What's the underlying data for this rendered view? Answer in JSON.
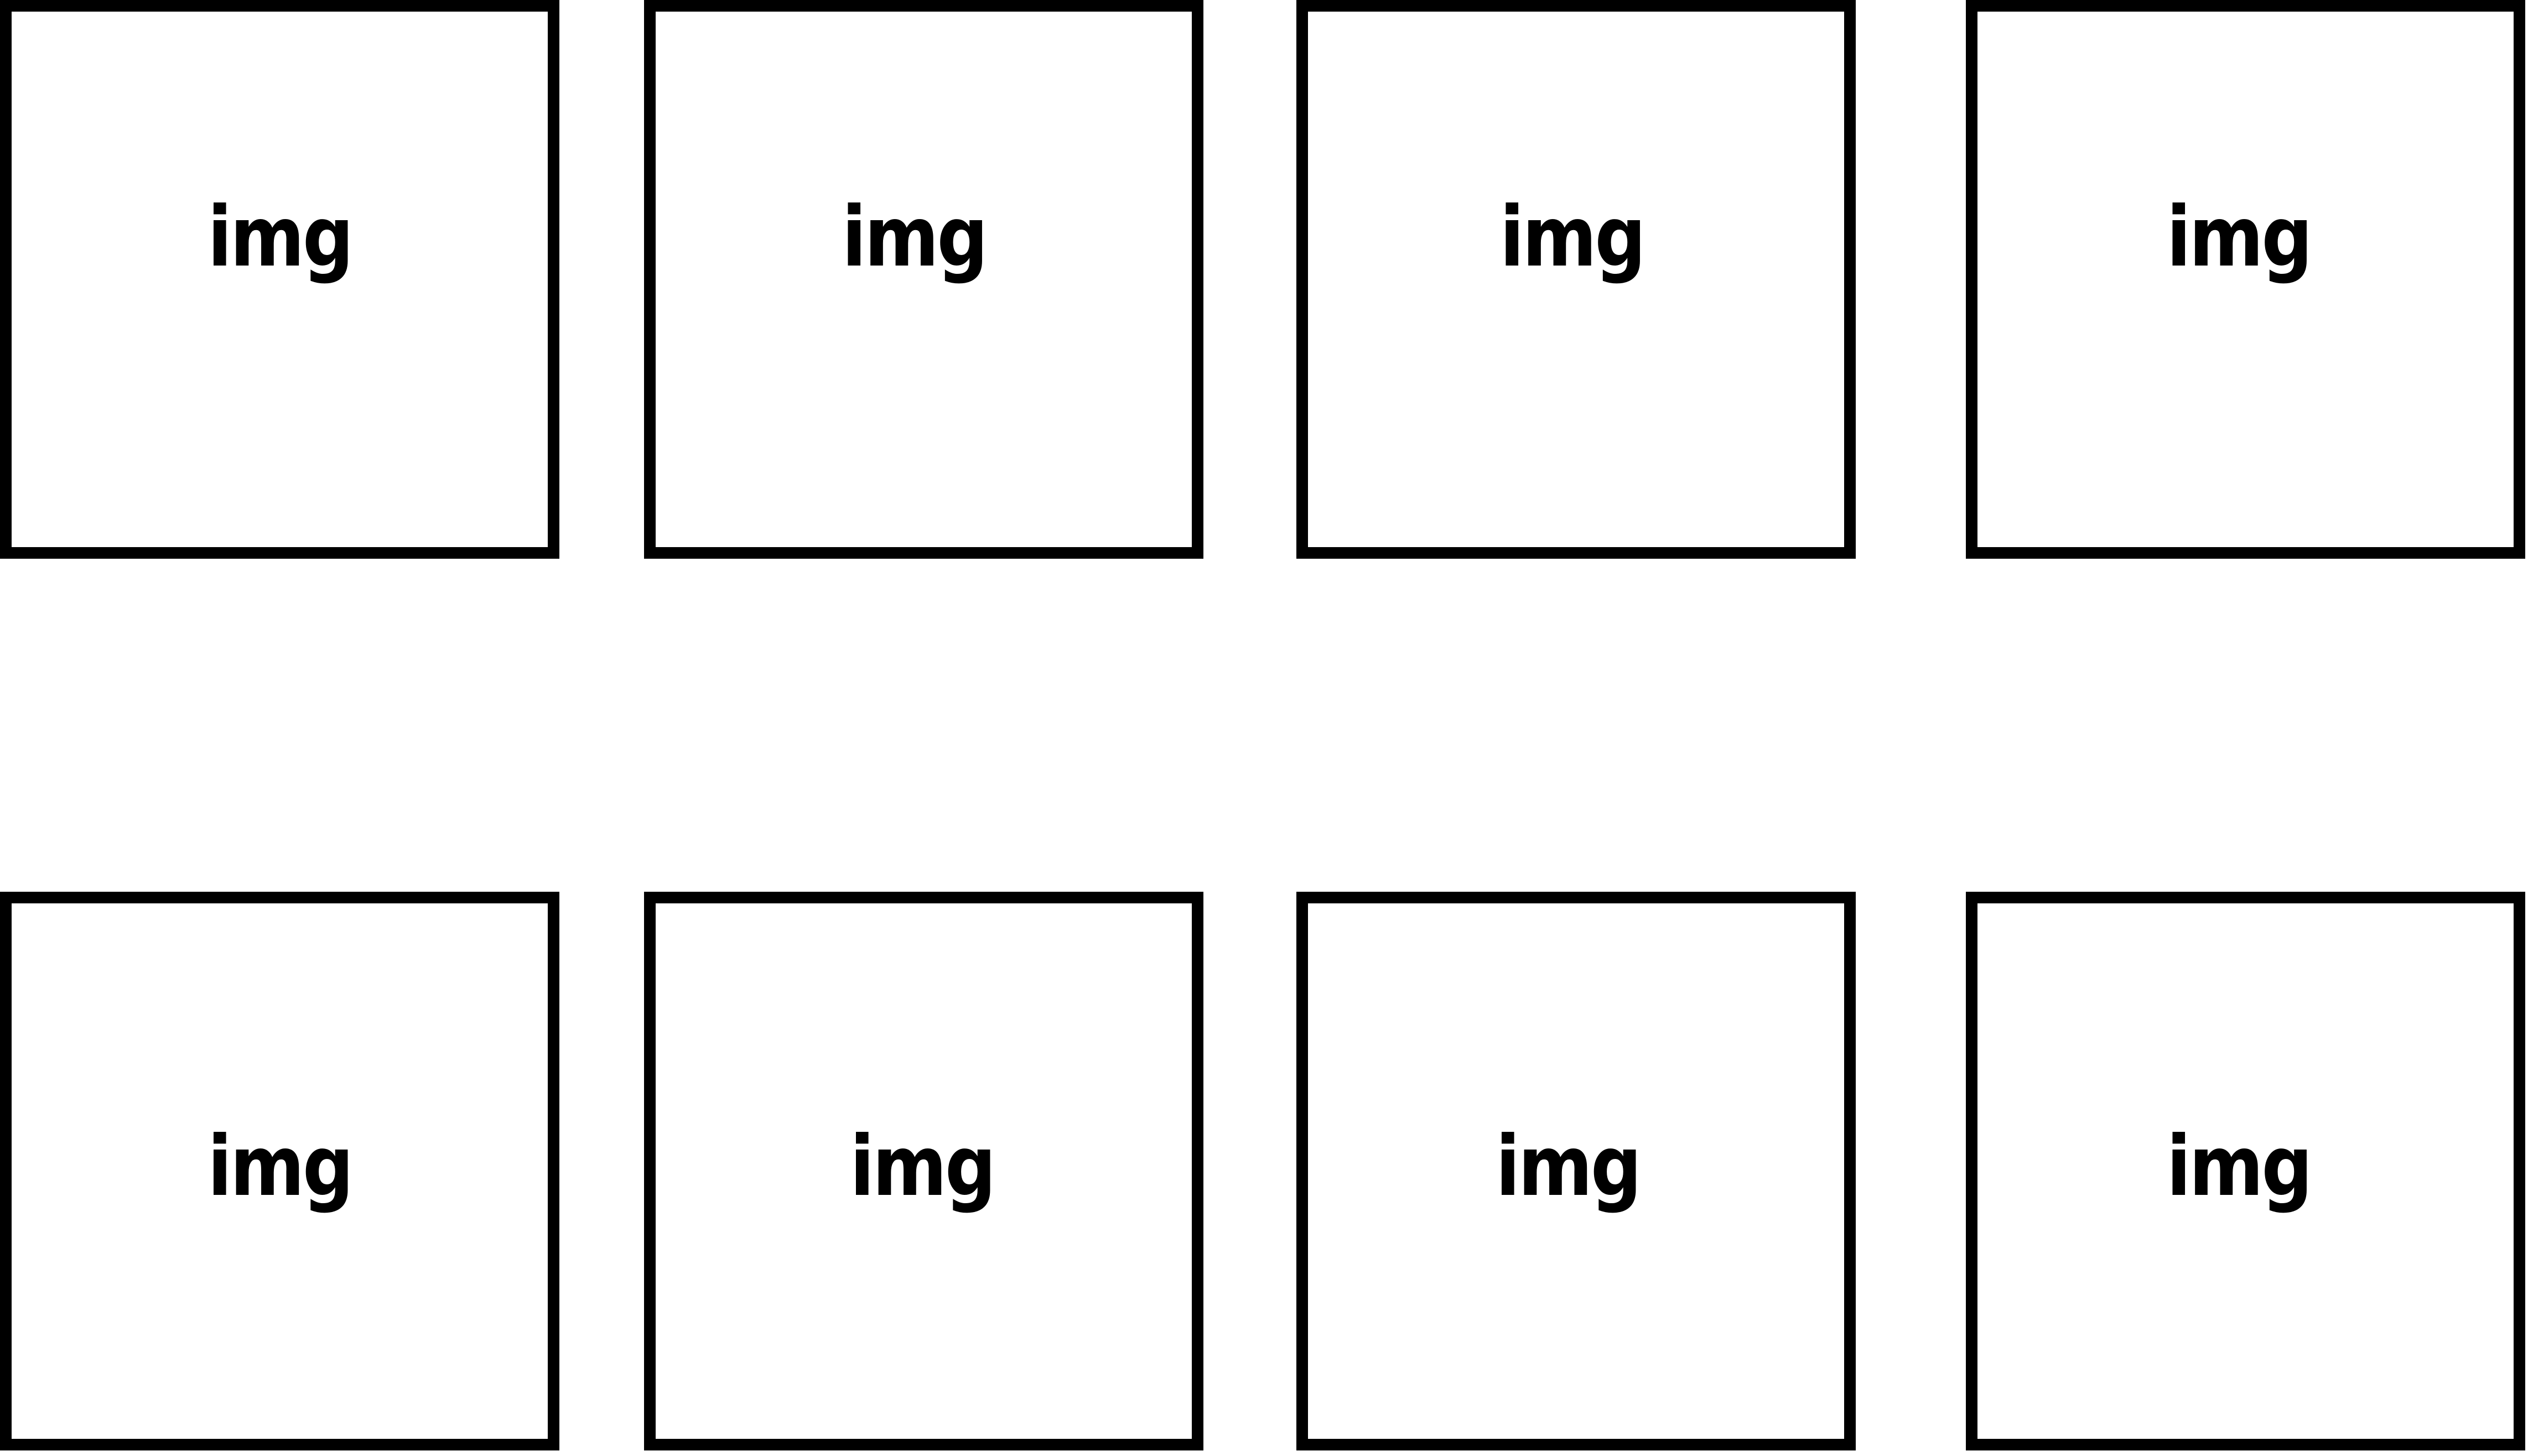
{
  "tiles": [
    {
      "label": "img"
    },
    {
      "label": "img"
    },
    {
      "label": "img"
    },
    {
      "label": "img"
    },
    {
      "label": "img"
    },
    {
      "label": "img"
    },
    {
      "label": "img"
    },
    {
      "label": "img"
    }
  ],
  "colors": {
    "border": "#000000",
    "background": "#ffffff",
    "text": "#000000"
  }
}
